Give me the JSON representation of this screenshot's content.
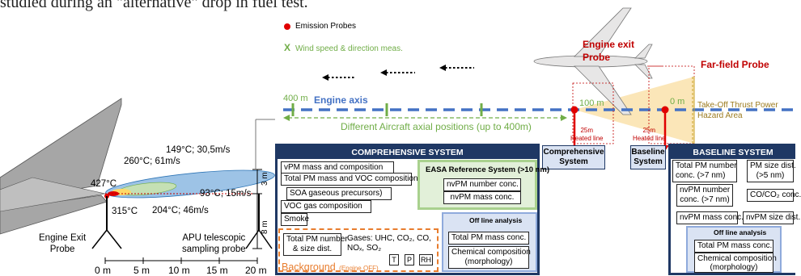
{
  "caption_top": "studied during an \"alternative\" drop in fuel test.",
  "legend": {
    "emission_probes": "Emission Probes",
    "wind_marker": "X",
    "wind": "Wind speed & direction meas."
  },
  "labels": {
    "engine_exit_probe_top": "Engine exit",
    "engine_exit_probe_top2": "Probe",
    "far_field_probe": "Far-field Probe",
    "engine_axis": "Engine axis",
    "dist_400": "400 m",
    "dist_100": "100 m",
    "dist_0": "0 m",
    "axial_positions": "Different Aircraft axial positions (up to 400m)",
    "hazard_1": "Take-Off Thrust Power",
    "hazard_2": "Hazard Area",
    "heated_1a": "25m",
    "heated_1b": "Heated line",
    "heated_2a": "25m",
    "heated_2b": "Heated line"
  },
  "plume": {
    "t427": "427°C",
    "t315": "315°C",
    "t260": "260°C; 61m/s",
    "t149": "149°C; 30,5m/s",
    "t204": "204°C; 46m/s",
    "t93": "93°C; 15m/s",
    "h3": "3 m",
    "h8": "8 m",
    "engine_exit_probe": [
      "Engine Exit",
      "Probe"
    ],
    "apu_probe": [
      "APU telescopic",
      "sampling probe"
    ],
    "x_ticks": [
      "0 m",
      "5 m",
      "10 m",
      "15 m",
      "20 m"
    ]
  },
  "systems": {
    "comprehensive_label": [
      "Comprehensive",
      "System"
    ],
    "baseline_label": [
      "Baseline",
      "System"
    ],
    "comprehensive": {
      "title": "COMPREHENSIVE SYSTEM",
      "items": [
        "vPM mass and composition",
        "Total PM mass and VOC composition",
        "SOA gaseous precursors)",
        "VOC gas composition",
        "Smoke"
      ],
      "easa_title": "EASA Reference System (>10 nm)",
      "easa_items": [
        "nvPM number conc.",
        "nvPM mass conc."
      ],
      "offline_title": "Off line analysis",
      "offline_items": [
        "Total PM mass conc.",
        "Chemical composition",
        "(morphology)"
      ],
      "bg_pm": [
        "Total PM number",
        "& size dist."
      ],
      "bg_gases": [
        "Gases: UHC, CO₂, CO,",
        "NOₓ, SO₂"
      ],
      "bg_t": "T",
      "bg_p": "P",
      "bg_rh": "RH",
      "background_title": "Background",
      "background_note": "(Engine OFF)"
    },
    "baseline": {
      "title": "BASELINE SYSTEM",
      "total_pm": [
        "Total PM number",
        "conc. (>7 nm)"
      ],
      "pm_size": [
        "PM size dist.",
        "(>5 nm)"
      ],
      "nvpm_number": [
        "nvPM number",
        "conc. (>7 nm)"
      ],
      "co": "CO/CO₂ conc.",
      "nvpm_mass": "nvPM mass conc.",
      "nvpm_size": "nvPM size dist.",
      "offline_title": "Off line analysis",
      "offline_items": [
        "Total PM mass conc.",
        "Chemical composition",
        "(morphology)"
      ]
    }
  },
  "colors": {
    "red": "#e00000",
    "green": "#70ad47",
    "navy": "#1f3864",
    "blue_dash": "#4472c4",
    "orange": "#e87d2e",
    "hazard": "#f2c46b"
  }
}
